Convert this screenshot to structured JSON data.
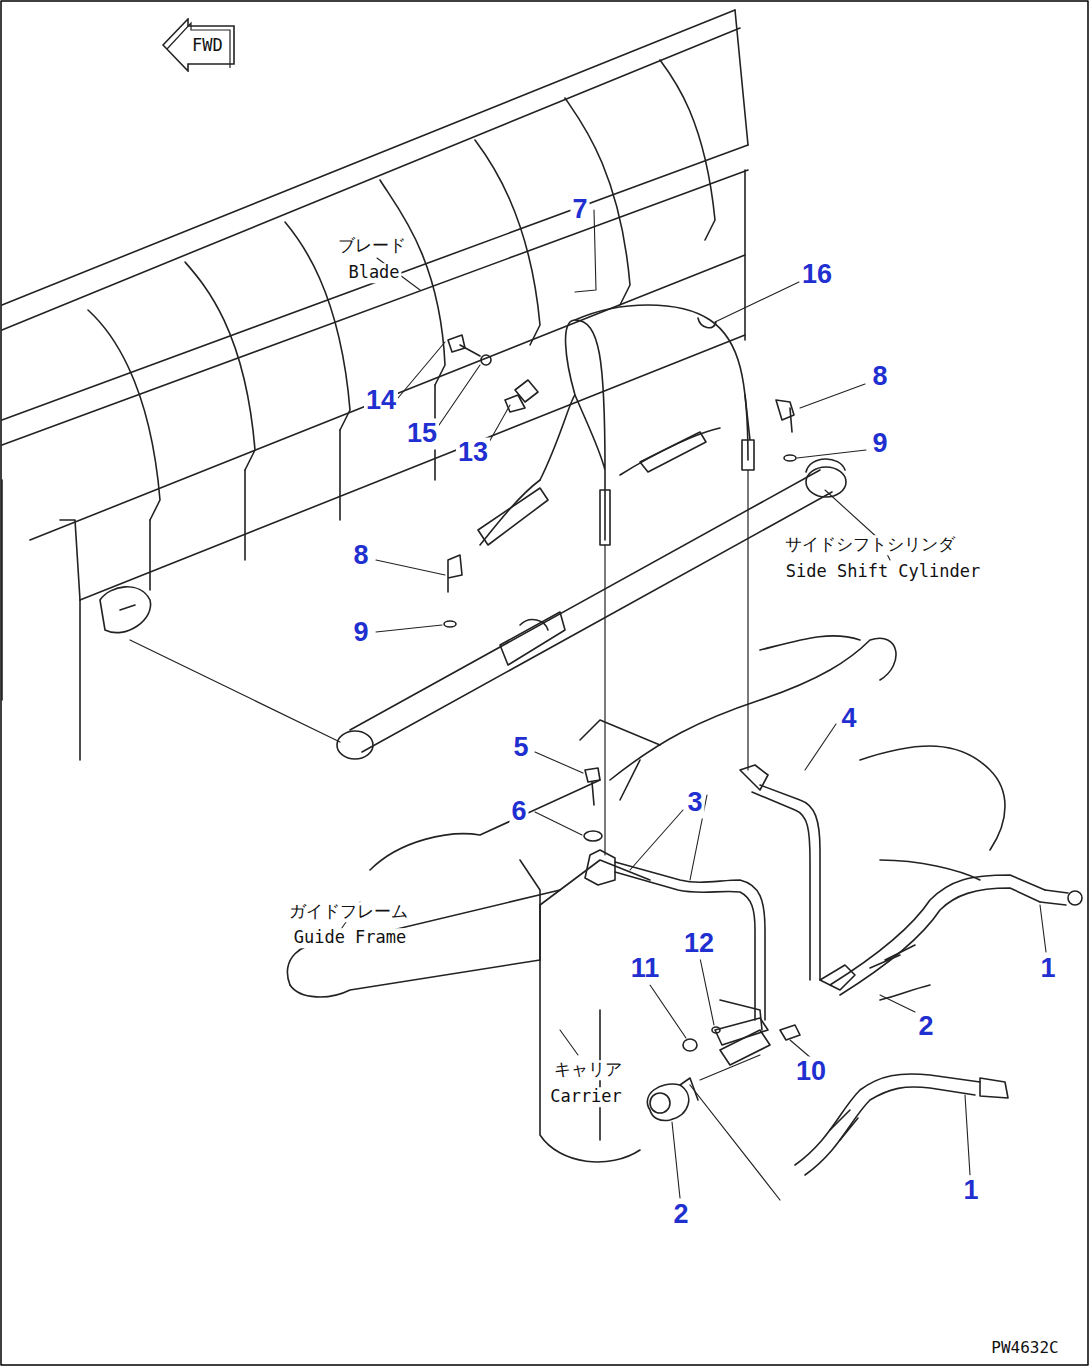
{
  "diagram": {
    "nodes": [
      {
        "text": [
          "FWD"
        ]
      }
    ],
    "labels": [
      "7",
      "16",
      "ブレード",
      "Blade",
      "8",
      "14",
      "15",
      "13",
      "9",
      "サイドシフトシリンダ",
      "Side Shift Cylinder",
      "8",
      "9",
      "4",
      "5",
      "3",
      "6",
      "ガイドフレーム",
      "Guide Frame",
      "12",
      "11",
      "1",
      "2",
      "キャリア",
      "Carrier",
      "10",
      "1",
      "2",
      "PW4632C"
    ]
  }
}
